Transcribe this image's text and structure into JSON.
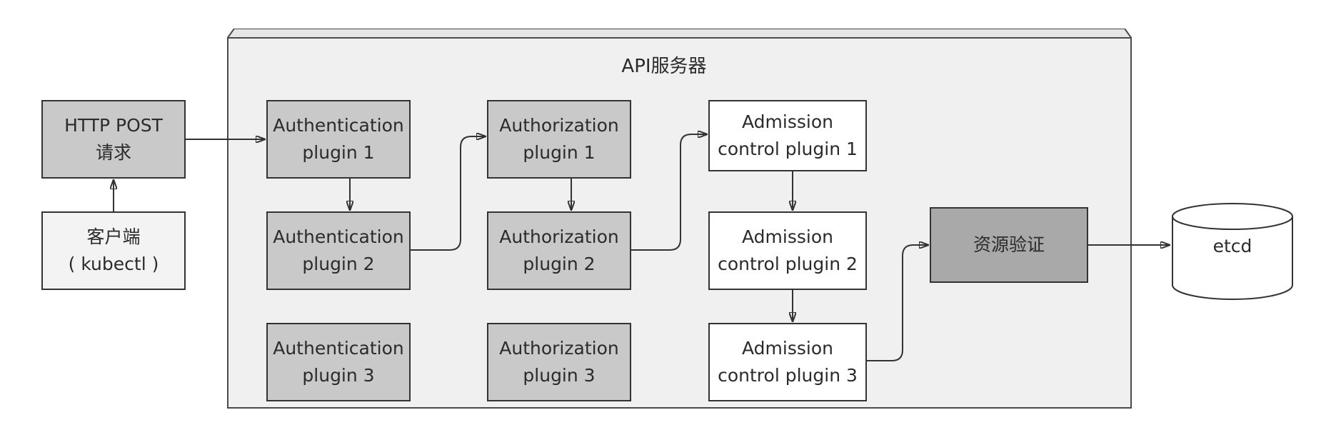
{
  "server_title": "API服务器",
  "request_box": "HTTP POST\n请求",
  "client_box": "客户端\n( kubectl )",
  "authentication": [
    "Authentication\nplugin 1",
    "Authentication\nplugin 2",
    "Authentication\nplugin 3"
  ],
  "authorization": [
    "Authorization\nplugin 1",
    "Authorization\nplugin 2",
    "Authorization\nplugin 3"
  ],
  "admission": [
    "Admission\ncontrol plugin 1",
    "Admission\ncontrol plugin 2",
    "Admission\ncontrol plugin 3"
  ],
  "validation_box": "资源验证",
  "etcd_label": "etcd"
}
